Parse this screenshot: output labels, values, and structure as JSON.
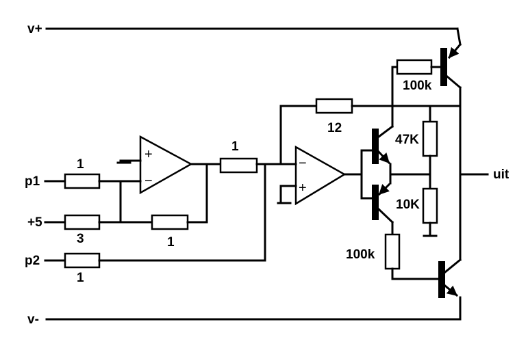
{
  "labels": {
    "v_plus": "v+",
    "v_minus": "v-",
    "p1": "p1",
    "plus5": "+5",
    "p2": "p2",
    "out": "uit",
    "r_p1": "1",
    "r_plus5": "3",
    "r_p2": "1",
    "r_fb1": "1",
    "r_mid": "1",
    "r_fb2": "12",
    "r_top_base": "100k",
    "r_47k": "47K",
    "r_10k": "10K",
    "r_bot_base": "100k"
  },
  "opamp_signs": {
    "a1_inv": "+",
    "a1_non": "−",
    "a2_inv": "−",
    "a2_non": "+"
  }
}
